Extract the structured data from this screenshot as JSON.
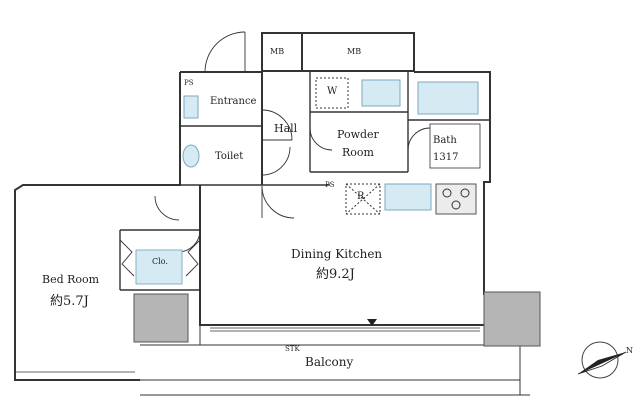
{
  "rooms": {
    "mb1": "MB",
    "mb2": "MB",
    "ps1": "PS",
    "entrance": "Entrance",
    "toilet": "Toilet",
    "hall": "Hall",
    "w": "W",
    "powder_line1": "Powder",
    "powder_line2": "Room",
    "bath_line1": "Bath",
    "bath_line2": "1317",
    "ps2": "PS",
    "refrigerator": "R",
    "dining_kitchen": "Dining Kitchen",
    "dining_kitchen_size": "約9.2J",
    "bedroom": "Bed Room",
    "bedroom_size": "約5.7J",
    "closet": "Clo.",
    "balcony": "Balcony",
    "stk": "STK"
  },
  "compass": {
    "label": "N"
  },
  "colors": {
    "wall": "#333333",
    "column": "#b5b5b5",
    "fixture": "#d6eaf3",
    "fixture_stroke": "#7aaac0"
  }
}
